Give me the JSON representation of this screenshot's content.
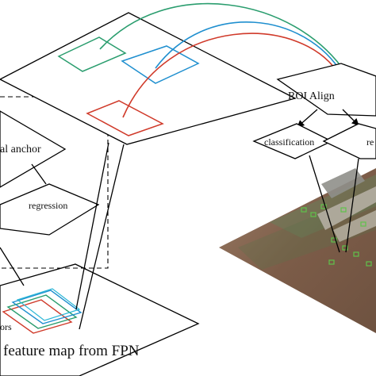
{
  "labels": {
    "roi_align": "ROI Align",
    "classification": "classification",
    "regression_right": "re",
    "regression_left": "regression",
    "anchor": "al anchor",
    "anchors": "ors",
    "feature_map": "feature map from FPN"
  },
  "colors": {
    "green": "#2a9d6e",
    "blue": "#1f8fcf",
    "red": "#d03a2a",
    "cyan": "#29b6d6",
    "image_ground": "#8a6b55"
  }
}
